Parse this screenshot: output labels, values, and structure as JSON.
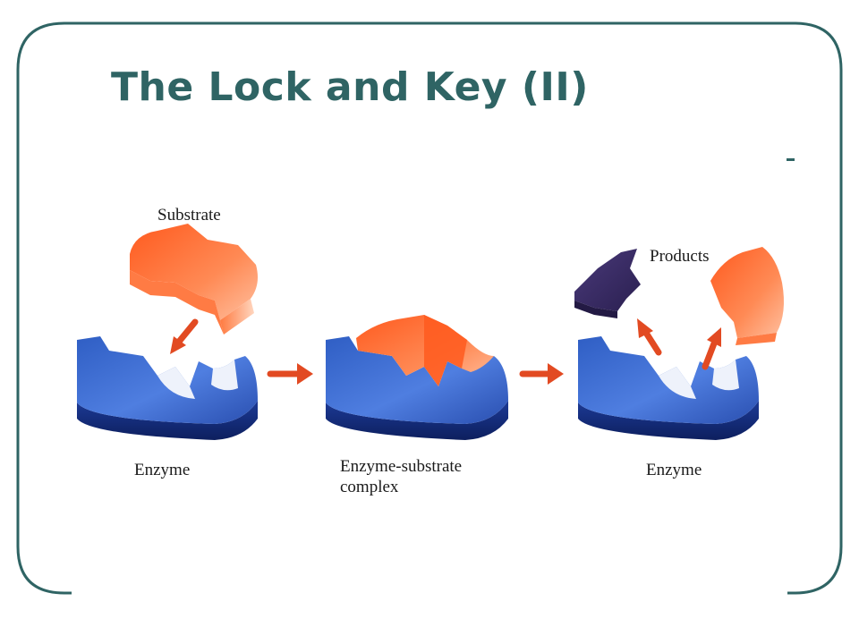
{
  "slide": {
    "title": "The Lock and Key (II)"
  },
  "labels": {
    "substrate": "Substrate",
    "products": "Products",
    "enzyme_left": "Enzyme",
    "complex_line1": "Enzyme-substrate",
    "complex_line2": "complex",
    "enzyme_right": "Enzyme"
  },
  "colors": {
    "frame": "#2f6464",
    "title": "#2f6464",
    "enzyme": "#1e3c9a",
    "substrate": "#ff6a2e",
    "product_dark": "#3d2d6b",
    "arrow": "#e24a22"
  }
}
